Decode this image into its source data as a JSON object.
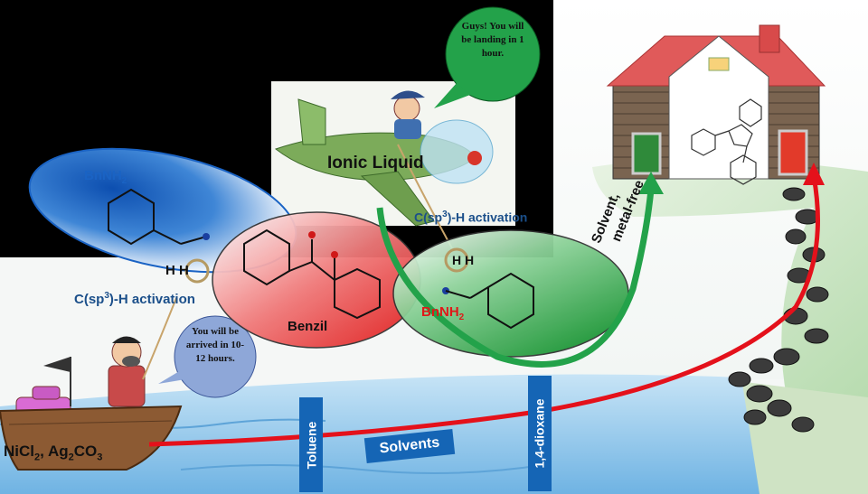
{
  "labels": {
    "bnnh2_top": "BnNH",
    "bnnh2_top_sub": "2",
    "hh_left": "H H",
    "csp3_left_a": "C(sp",
    "csp3_left_sup": "3",
    "csp3_left_b": ")-H activation",
    "benzil": "Benzil",
    "ionic_liquid": "Ionic Liquid",
    "csp3_right_a": "C(sp",
    "csp3_right_sup": "3",
    "csp3_right_b": ")-H activation",
    "hh_right": "H H",
    "bnnh2_right": "BnNH",
    "bnnh2_right_sub": "2",
    "solvent_free_1": "Solvent,",
    "solvent_free_2": "metal-free",
    "nicl2_a": "NiCl",
    "nicl2_sub": "2",
    "nicl2_b": ", Ag",
    "ag_sub": "2",
    "ag_b": "CO",
    "co_sub": "3",
    "toluene": "Toluene",
    "solvents": "Solvents",
    "dioxane": "1,4-dioxane"
  },
  "bubbles": {
    "pilot": "Guys! You will be landing in 1 hour.",
    "pirate": "You will be arrived in 10-12 hours."
  },
  "colors": {
    "blue": "#1a63c4",
    "red": "#e01818",
    "green": "#1f9a3a",
    "sea": "#8fc6ec",
    "label_blue": "#1565b5",
    "arrow_red": "#e4111b",
    "arrow_green": "#23a24a"
  }
}
